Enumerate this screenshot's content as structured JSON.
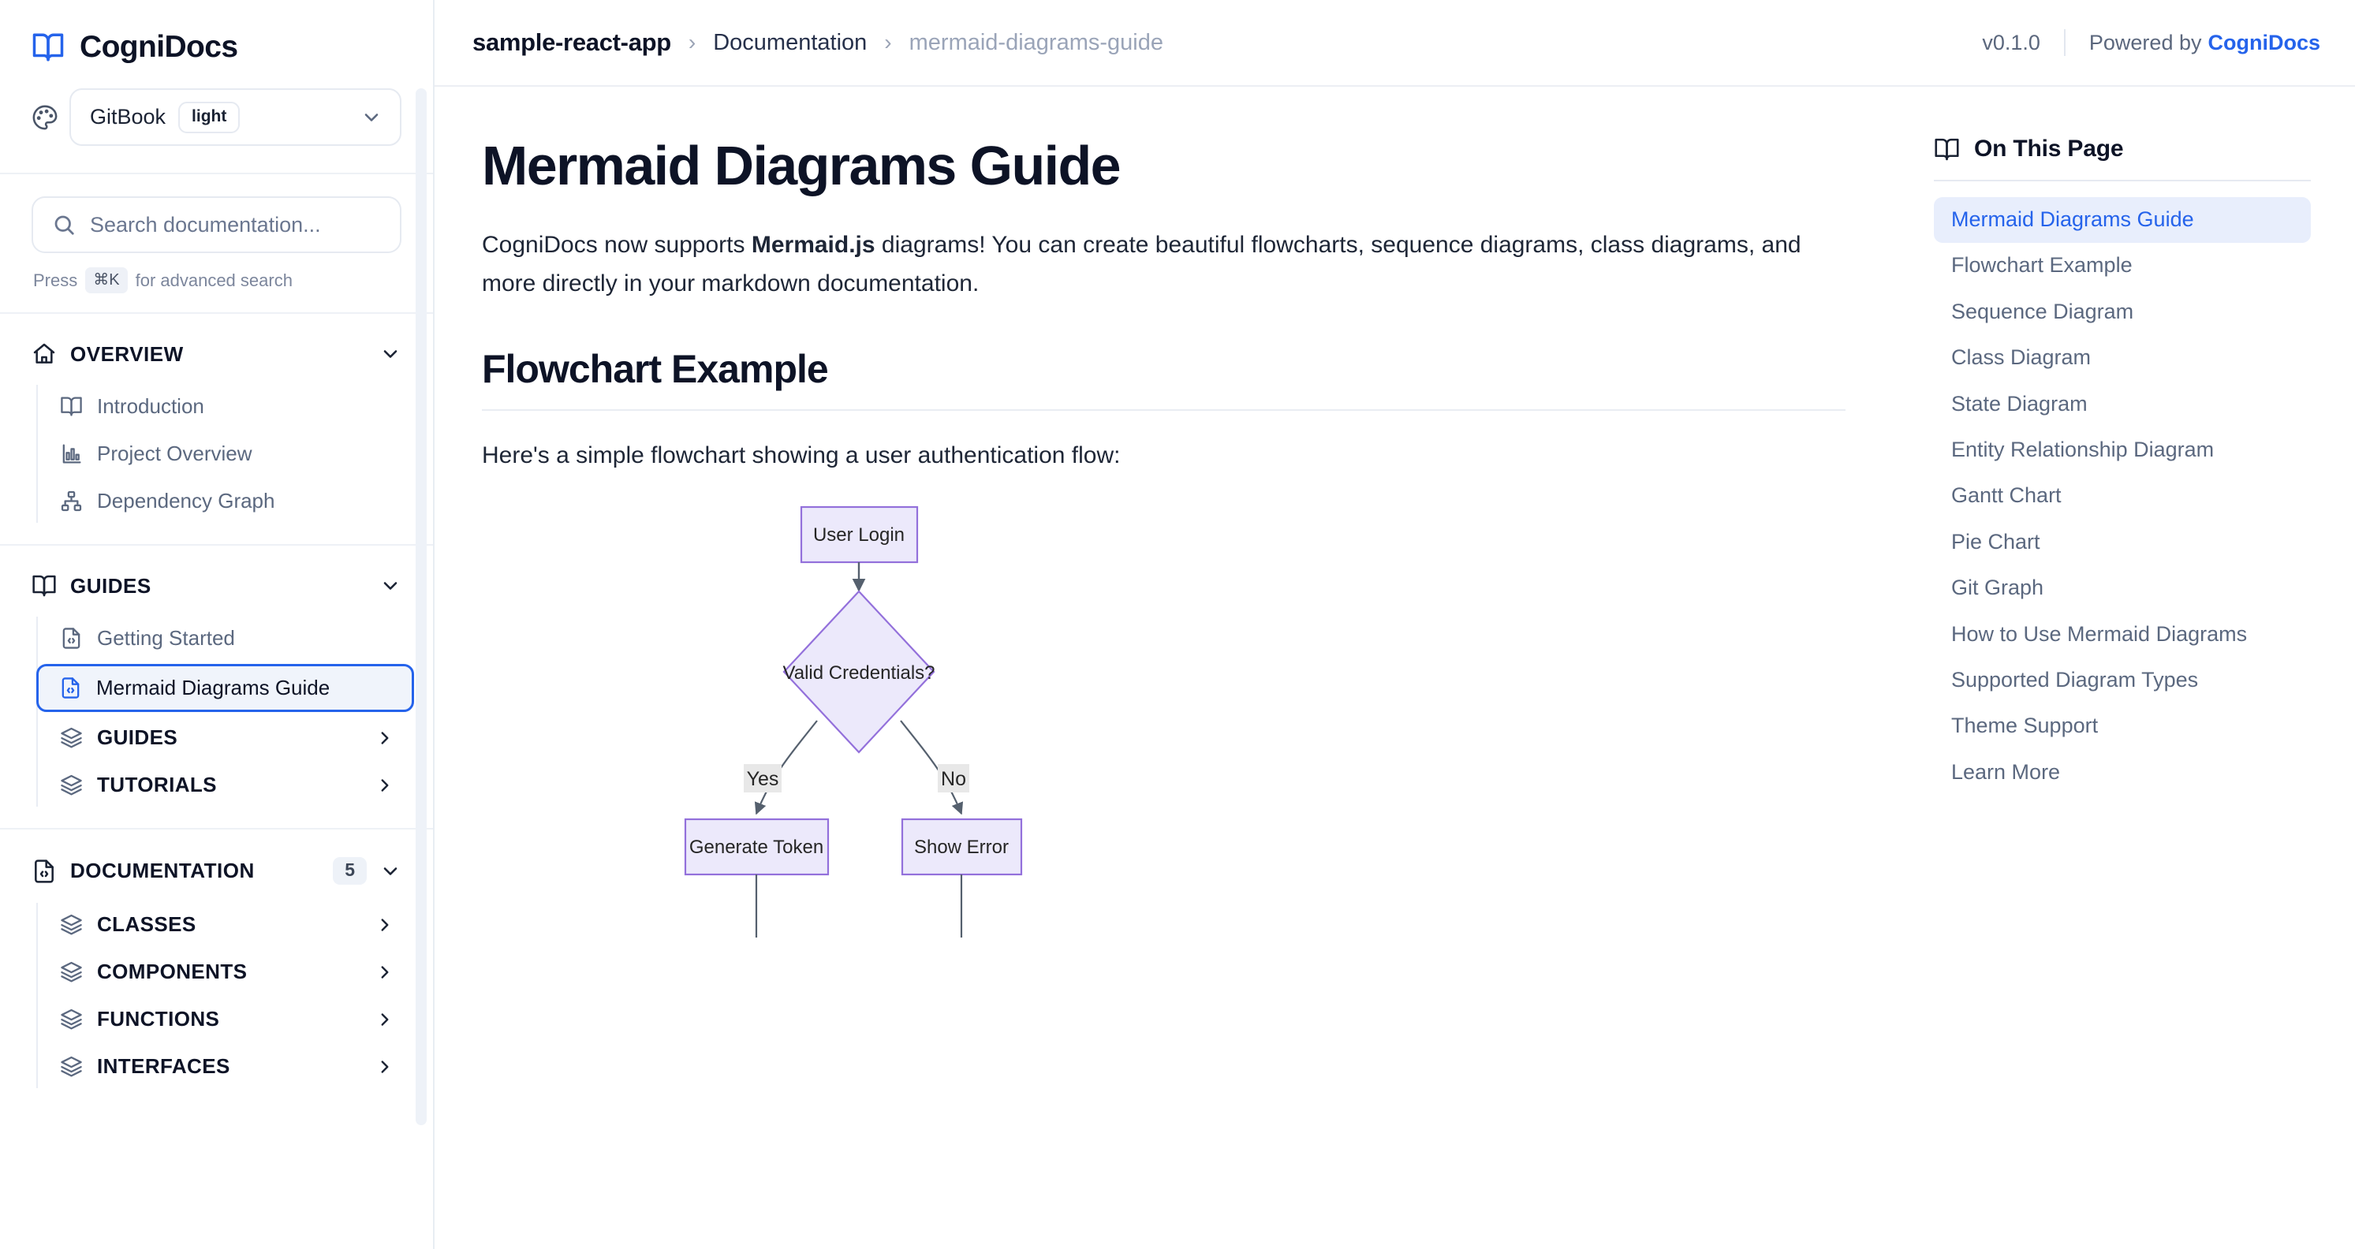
{
  "brand": {
    "name": "CogniDocs",
    "icon": "book-icon"
  },
  "theme_selector": {
    "icon": "palette-icon",
    "name": "GitBook",
    "mode": "light",
    "chevron": "chevron-down-icon"
  },
  "search": {
    "placeholder": "Search documentation...",
    "icon": "search-icon",
    "hint_prefix": "Press",
    "hint_key": "⌘K",
    "hint_suffix": "for advanced search"
  },
  "sidebar": {
    "sections": [
      {
        "title": "OVERVIEW",
        "icon": "home-icon",
        "chevron": "chevron-down-icon",
        "badge": null,
        "items": [
          {
            "label": "Introduction",
            "icon": "book-icon",
            "active": false,
            "type": "page"
          },
          {
            "label": "Project Overview",
            "icon": "bar-chart-icon",
            "active": false,
            "type": "page"
          },
          {
            "label": "Dependency Graph",
            "icon": "network-icon",
            "active": false,
            "type": "page"
          }
        ]
      },
      {
        "title": "GUIDES",
        "icon": "book-icon",
        "chevron": "chevron-down-icon",
        "badge": null,
        "items": [
          {
            "label": "Getting Started",
            "icon": "file-code-icon",
            "active": false,
            "type": "page"
          },
          {
            "label": "Mermaid Diagrams Guide",
            "icon": "file-code-icon",
            "active": true,
            "type": "page"
          },
          {
            "label": "GUIDES",
            "icon": "layers-icon",
            "active": false,
            "type": "group",
            "caret": "chevron-right-icon"
          },
          {
            "label": "TUTORIALS",
            "icon": "layers-icon",
            "active": false,
            "type": "group",
            "caret": "chevron-right-icon"
          }
        ]
      },
      {
        "title": "DOCUMENTATION",
        "icon": "file-code-icon",
        "chevron": "chevron-down-icon",
        "badge": "5",
        "items": [
          {
            "label": "CLASSES",
            "icon": "layers-icon",
            "active": false,
            "type": "group",
            "caret": "chevron-right-icon"
          },
          {
            "label": "COMPONENTS",
            "icon": "layers-icon",
            "active": false,
            "type": "group",
            "caret": "chevron-right-icon"
          },
          {
            "label": "FUNCTIONS",
            "icon": "layers-icon",
            "active": false,
            "type": "group",
            "caret": "chevron-right-icon"
          },
          {
            "label": "INTERFACES",
            "icon": "layers-icon",
            "active": false,
            "type": "group",
            "caret": "chevron-right-icon"
          }
        ]
      }
    ]
  },
  "topbar": {
    "breadcrumb": {
      "root": "sample-react-app",
      "separator": "›",
      "middle": "Documentation",
      "current": "mermaid-diagrams-guide"
    },
    "version": "v0.1.0",
    "powered_by_label": "Powered by",
    "powered_by_brand": "CogniDocs"
  },
  "page": {
    "title": "Mermaid Diagrams Guide",
    "intro_part1": "CogniDocs now supports ",
    "intro_bold": "Mermaid.js",
    "intro_part2": " diagrams! You can create beautiful flowcharts, sequence diagrams, class diagrams, and more directly in your markdown documentation.",
    "section_heading": "Flowchart Example",
    "section_text": "Here's a simple flowchart showing a user authentication flow:"
  },
  "diagram": {
    "type": "flowchart",
    "node_fill": "#ece9fb",
    "node_stroke": "#9370db",
    "edge_stroke": "#55606e",
    "label_bg": "#e8e8e8",
    "nodes": [
      {
        "id": "A",
        "label": "User Login",
        "shape": "rect"
      },
      {
        "id": "B",
        "label": "Valid Credentials?",
        "shape": "diamond"
      },
      {
        "id": "C",
        "label": "Generate Token",
        "shape": "rect"
      },
      {
        "id": "D",
        "label": "Show Error",
        "shape": "rect"
      }
    ],
    "edges": [
      {
        "from": "A",
        "to": "B",
        "label": ""
      },
      {
        "from": "B",
        "to": "C",
        "label": "Yes"
      },
      {
        "from": "B",
        "to": "D",
        "label": "No"
      }
    ]
  },
  "toc": {
    "icon": "book-icon",
    "title": "On This Page",
    "items": [
      {
        "label": "Mermaid Diagrams Guide",
        "active": true
      },
      {
        "label": "Flowchart Example",
        "active": false
      },
      {
        "label": "Sequence Diagram",
        "active": false
      },
      {
        "label": "Class Diagram",
        "active": false
      },
      {
        "label": "State Diagram",
        "active": false
      },
      {
        "label": "Entity Relationship Diagram",
        "active": false
      },
      {
        "label": "Gantt Chart",
        "active": false
      },
      {
        "label": "Pie Chart",
        "active": false
      },
      {
        "label": "Git Graph",
        "active": false
      },
      {
        "label": "How to Use Mermaid Diagrams",
        "active": false
      },
      {
        "label": "Supported Diagram Types",
        "active": false
      },
      {
        "label": "Theme Support",
        "active": false
      },
      {
        "label": "Learn More",
        "active": false
      }
    ]
  },
  "colors": {
    "accent": "#2563eb",
    "text_primary": "#0d1326",
    "text_muted": "#5b687f",
    "border": "#e6eaf1"
  }
}
